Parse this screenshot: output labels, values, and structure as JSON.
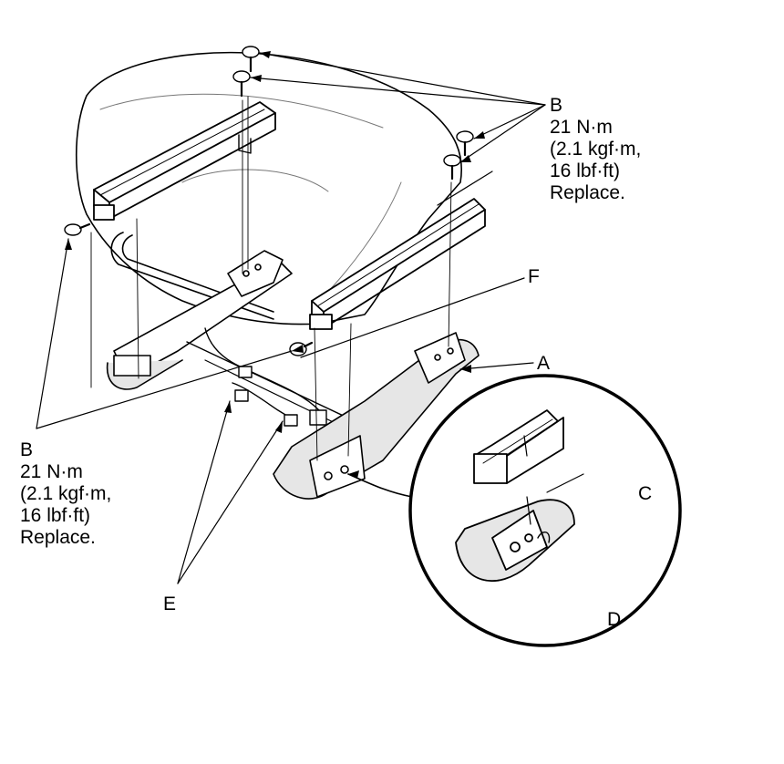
{
  "labels": {
    "A": "A",
    "B": "B",
    "C": "C",
    "D": "D",
    "E": "E",
    "F": "F"
  },
  "torque_right": {
    "letter": "B",
    "line1": "21 N·m",
    "line2": "(2.1 kgf·m,",
    "line3": "16 lbf·ft)",
    "line4": "Replace."
  },
  "torque_left": {
    "letter": "B",
    "line1": "21 N·m",
    "line2": "(2.1 kgf·m,",
    "line3": "16 lbf·ft)",
    "line4": "Replace."
  },
  "colors": {
    "ink": "#000000",
    "shade": "#e6e6e6",
    "background": "#ffffff"
  }
}
